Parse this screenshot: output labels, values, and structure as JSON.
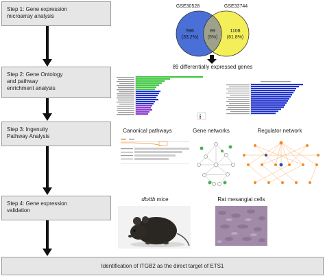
{
  "steps": [
    {
      "line1": "Step 1: Gene expression",
      "line2": "microarray analysis",
      "line3": ""
    },
    {
      "line1": "Step 2: Gene Ontology",
      "line2": "and pathway",
      "line3": "enrichment analysis"
    },
    {
      "line1": "Step 3: Ingenuity",
      "line2": "Pathway Analysis",
      "line3": ""
    },
    {
      "line1": "Step 4: Gene expression",
      "line2": "validation",
      "line3": ""
    }
  ],
  "final": "Identification of ITGB2 as the direct target of ETS1",
  "venn": {
    "left_label": "GSE30528",
    "right_label": "GSE33744",
    "left_count": "596",
    "left_pct": "(33.2%)",
    "mid_count": "89",
    "mid_pct": "(5%)",
    "right_count": "1108",
    "right_pct": "(61.8%)",
    "left_color": "#4a6fd6",
    "right_color": "#f4ef58"
  },
  "deg_caption": "89 differentially expressed genes",
  "ipa": {
    "canonical": "Canonical pathways",
    "gene_networks": "Gene networks",
    "regulator": "Regulator network"
  },
  "validation": {
    "mice_label": "db/db mice",
    "mice_italic": "db/db",
    "mice_suffix": " mice",
    "cells_label": "Rat mesangial cells"
  },
  "colors": {
    "box_fill": "#e6e6e6",
    "box_border": "#9a9a9a",
    "bar_green": "#3fc63f",
    "bar_blue": "#2233cc",
    "bar_purple": "#8b3ccf",
    "network_orange": "#f28c28"
  }
}
